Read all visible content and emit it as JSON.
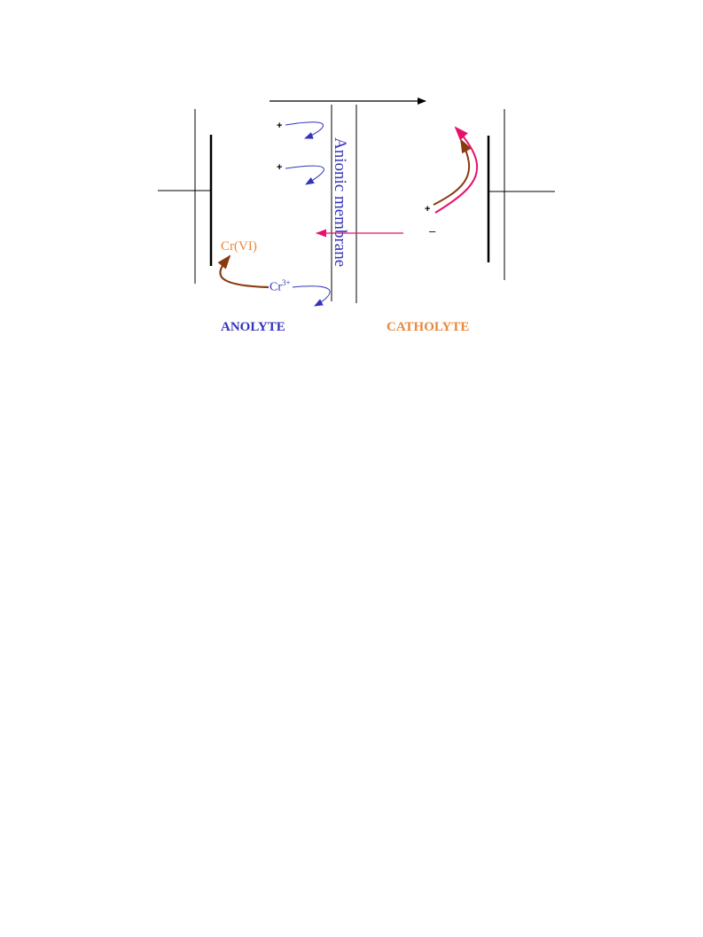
{
  "labels": {
    "membrane": "Anionic membrane",
    "cr_vi": "Cr(VI)",
    "cr3": "Cr",
    "cr3_charge": "3+",
    "anolyte": "ANOLYTE",
    "catholyte": "CATHOLYTE"
  },
  "signs": {
    "plus": "+",
    "minus": "–"
  },
  "colors": {
    "blue": "#3333bb",
    "orange": "#e8873a",
    "brown": "#8b3a10",
    "magenta": "#e8106a",
    "black": "#000000"
  }
}
